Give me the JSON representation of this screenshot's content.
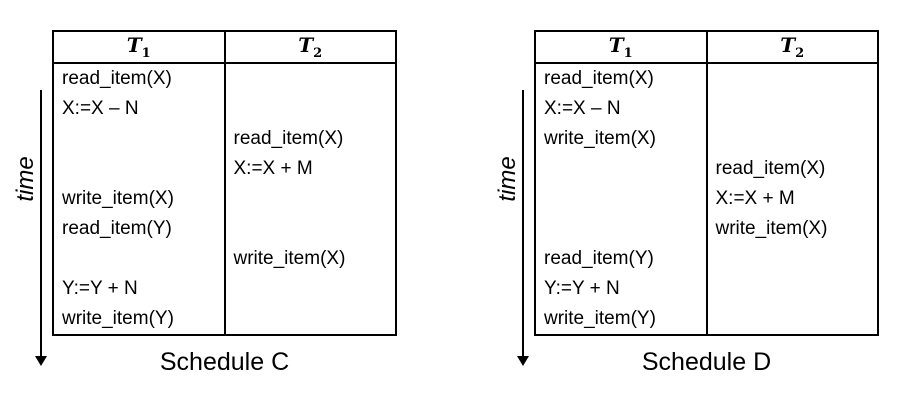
{
  "axis_label": "time",
  "schedules": [
    {
      "caption": "Schedule C",
      "headers": {
        "t1": "T",
        "t1_sub": "1",
        "t2": "T",
        "t2_sub": "2"
      },
      "rows": [
        [
          "read_item(X)",
          ""
        ],
        [
          "X:=X – N",
          ""
        ],
        [
          "",
          "read_item(X)"
        ],
        [
          "",
          "X:=X + M"
        ],
        [
          "write_item(X)",
          ""
        ],
        [
          "read_item(Y)",
          ""
        ],
        [
          "",
          "write_item(X)"
        ],
        [
          "Y:=Y + N",
          ""
        ],
        [
          "write_item(Y)",
          ""
        ]
      ]
    },
    {
      "caption": "Schedule D",
      "headers": {
        "t1": "T",
        "t1_sub": "1",
        "t2": "T",
        "t2_sub": "2"
      },
      "rows": [
        [
          "read_item(X)",
          ""
        ],
        [
          "X:=X – N",
          ""
        ],
        [
          "write_item(X)",
          ""
        ],
        [
          "",
          "read_item(X)"
        ],
        [
          "",
          "X:=X + M"
        ],
        [
          "",
          "write_item(X)"
        ],
        [
          "read_item(Y)",
          ""
        ],
        [
          "Y:=Y + N",
          ""
        ],
        [
          "write_item(Y)",
          ""
        ]
      ]
    }
  ]
}
